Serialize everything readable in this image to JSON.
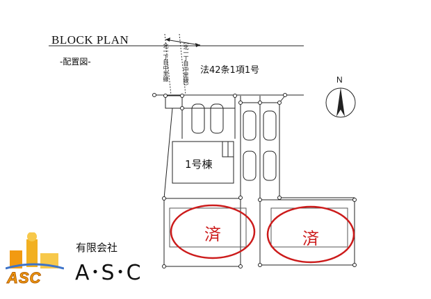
{
  "header": {
    "title": "BLOCK PLAN",
    "subtitle": "-配置図-"
  },
  "roads": {
    "north_road_label": "法42条1項1号",
    "bypass_label_a": "北一丁目中里線",
    "bypass_label_b": "（北一丁目中里線）"
  },
  "lots": {
    "building_label": "1号棟",
    "sold_label_left": "済",
    "sold_label_right": "済"
  },
  "compass": {
    "north_label": "N"
  },
  "company": {
    "name": "有限会社",
    "code": "A･S･C",
    "logo_text": "ASC"
  },
  "colors": {
    "sold_marker": "#cc1b1b",
    "logo": "#f29a11",
    "line": "#222222"
  }
}
